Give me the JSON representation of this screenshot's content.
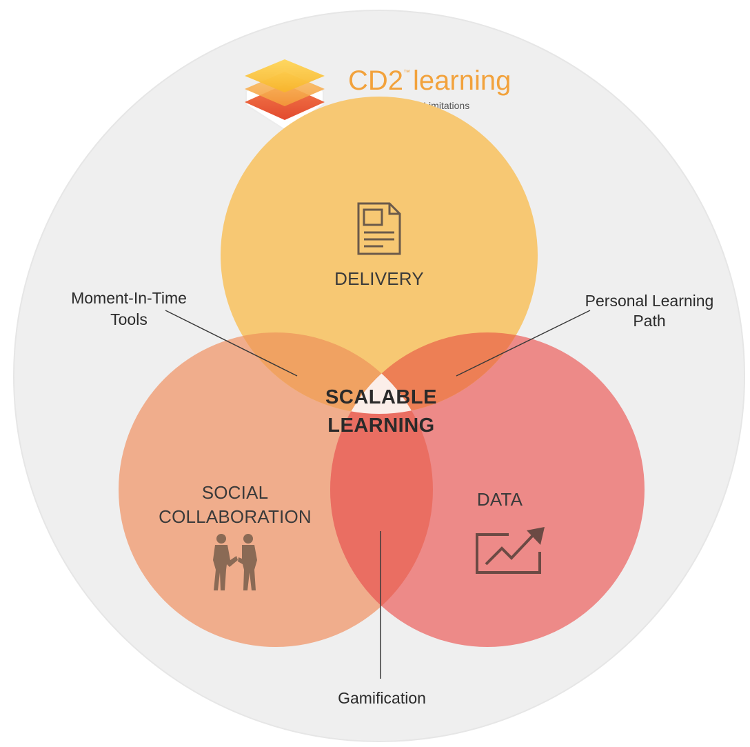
{
  "logo": {
    "brand_name": "CD2",
    "trademark": "™",
    "brand_suffix": "learning",
    "tagline": "Content Without Limitations"
  },
  "circles": {
    "delivery": {
      "label": "DELIVERY",
      "icon": "document-icon",
      "color": "#f7c873"
    },
    "social": {
      "label_line1": "SOCIAL",
      "label_line2": "COLLABORATION",
      "icon": "handshake-people-icon",
      "color": "#f0ad8c"
    },
    "data": {
      "label": "DATA",
      "icon": "trending-chart-icon",
      "color": "#ed8a88"
    }
  },
  "center": {
    "line1": "SCALABLE",
    "line2": "LEARNING"
  },
  "callouts": {
    "moment_in_time": {
      "line1": "Moment-In-Time",
      "line2": "Tools"
    },
    "personal_path": {
      "line1": "Personal Learning",
      "line2": "Path"
    },
    "gamification": {
      "line1": "Gamification"
    }
  },
  "colors": {
    "background_disc": "#efefef",
    "delivery_social_overlap": "#f0a262",
    "delivery_data_overlap": "#ed7f55",
    "social_data_overlap": "#ea6e62",
    "center_region": "#fbeee9",
    "brand_orange": "#f2a23c"
  }
}
